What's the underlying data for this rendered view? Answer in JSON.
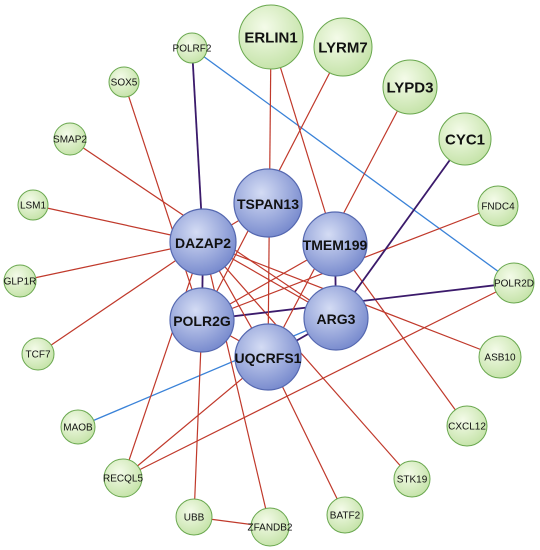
{
  "colors": {
    "red_edge": "#c0392b",
    "blue_edge": "#3a82d8",
    "purple_edge": "#3b1a6b",
    "small_fill_inner": "#f4fbe9",
    "small_fill_outer": "#c3e2a6",
    "small_stroke": "#6aa84f",
    "hub_fill_inner": "#d4dcf4",
    "hub_fill_outer": "#7487cc",
    "hub_stroke": "#5568b0"
  },
  "nodes": [
    {
      "id": "POLRF2",
      "label": "POLRF2",
      "kind": "small"
    },
    {
      "id": "ERLIN1",
      "label": "ERLIN1",
      "kind": "big"
    },
    {
      "id": "LYRM7",
      "label": "LYRM7",
      "kind": "big"
    },
    {
      "id": "LYPD3",
      "label": "LYPD3",
      "kind": "big"
    },
    {
      "id": "CYC1",
      "label": "CYC1",
      "kind": "big"
    },
    {
      "id": "SOX5",
      "label": "SOX5",
      "kind": "small"
    },
    {
      "id": "SMAP2",
      "label": "SMAP2",
      "kind": "small"
    },
    {
      "id": "LSM1",
      "label": "LSM1",
      "kind": "small"
    },
    {
      "id": "GLP1R",
      "label": "GLP1R",
      "kind": "small"
    },
    {
      "id": "TCF7",
      "label": "TCF7",
      "kind": "small"
    },
    {
      "id": "MAOB",
      "label": "MAOB",
      "kind": "small"
    },
    {
      "id": "RECQL5",
      "label": "RECQL5",
      "kind": "small"
    },
    {
      "id": "UBB",
      "label": "UBB",
      "kind": "small"
    },
    {
      "id": "ZFANDB2",
      "label": "ZFANDB2",
      "kind": "small"
    },
    {
      "id": "BATF2",
      "label": "BATF2",
      "kind": "small"
    },
    {
      "id": "STK19",
      "label": "STK19",
      "kind": "small"
    },
    {
      "id": "CXCL12",
      "label": "CXCL12",
      "kind": "small"
    },
    {
      "id": "ASB10",
      "label": "ASB10",
      "kind": "small"
    },
    {
      "id": "POLR2D",
      "label": "POLR2D",
      "kind": "small"
    },
    {
      "id": "FNDC4",
      "label": "FNDC4",
      "kind": "small"
    },
    {
      "id": "TSPAN13",
      "label": "TSPAN13",
      "kind": "hub"
    },
    {
      "id": "DAZAP2",
      "label": "DAZAP2",
      "kind": "hub"
    },
    {
      "id": "TMEM199",
      "label": "TMEM199",
      "kind": "hub"
    },
    {
      "id": "POLR2G",
      "label": "POLR2G",
      "kind": "hub"
    },
    {
      "id": "ARG3",
      "label": "ARG3",
      "kind": "hub"
    },
    {
      "id": "UQCRFS1",
      "label": "UQCRFS1",
      "kind": "hub"
    }
  ],
  "edges": [
    {
      "source": "POLRF2",
      "target": "DAZAP2",
      "type": "purple"
    },
    {
      "source": "POLRF2",
      "target": "POLR2D",
      "type": "blue"
    },
    {
      "source": "SOX5",
      "target": "POLR2G",
      "type": "red"
    },
    {
      "source": "SMAP2",
      "target": "ARG3",
      "type": "red"
    },
    {
      "source": "LSM1",
      "target": "DAZAP2",
      "type": "red"
    },
    {
      "source": "GLP1R",
      "target": "DAZAP2",
      "type": "red"
    },
    {
      "source": "TCF7",
      "target": "DAZAP2",
      "type": "red"
    },
    {
      "source": "MAOB",
      "target": "ARG3",
      "type": "blue"
    },
    {
      "source": "RECQL5",
      "target": "DAZAP2",
      "type": "red"
    },
    {
      "source": "RECQL5",
      "target": "UQCRFS1",
      "type": "red"
    },
    {
      "source": "RECQL5",
      "target": "POLR2D",
      "type": "red"
    },
    {
      "source": "UBB",
      "target": "ZFANDB2",
      "type": "red"
    },
    {
      "source": "UBB",
      "target": "POLR2G",
      "type": "red"
    },
    {
      "source": "ZFANDB2",
      "target": "DAZAP2",
      "type": "red"
    },
    {
      "source": "BATF2",
      "target": "UQCRFS1",
      "type": "red"
    },
    {
      "source": "STK19",
      "target": "DAZAP2",
      "type": "red"
    },
    {
      "source": "CXCL12",
      "target": "TMEM199",
      "type": "red"
    },
    {
      "source": "ASB10",
      "target": "DAZAP2",
      "type": "red"
    },
    {
      "source": "FNDC4",
      "target": "POLR2G",
      "type": "red"
    },
    {
      "source": "CYC1",
      "target": "ARG3",
      "type": "purple"
    },
    {
      "source": "POLR2D",
      "target": "POLR2G",
      "type": "purple"
    },
    {
      "source": "LYPD3",
      "target": "UQCRFS1",
      "type": "red"
    },
    {
      "source": "LYRM7",
      "target": "POLR2G",
      "type": "red"
    },
    {
      "source": "ERLIN1",
      "target": "TMEM199",
      "type": "red"
    },
    {
      "source": "ERLIN1",
      "target": "UQCRFS1",
      "type": "red"
    },
    {
      "source": "DAZAP2",
      "target": "TSPAN13",
      "type": "red"
    },
    {
      "source": "DAZAP2",
      "target": "POLR2G",
      "type": "purple"
    },
    {
      "source": "DAZAP2",
      "target": "ARG3",
      "type": "red"
    },
    {
      "source": "DAZAP2",
      "target": "UQCRFS1",
      "type": "red"
    },
    {
      "source": "TMEM199",
      "target": "ARG3",
      "type": "purple"
    },
    {
      "source": "TMEM199",
      "target": "POLR2G",
      "type": "red"
    },
    {
      "source": "ARG3",
      "target": "UQCRFS1",
      "type": "purple"
    },
    {
      "source": "POLR2G",
      "target": "UQCRFS1",
      "type": "red"
    }
  ]
}
